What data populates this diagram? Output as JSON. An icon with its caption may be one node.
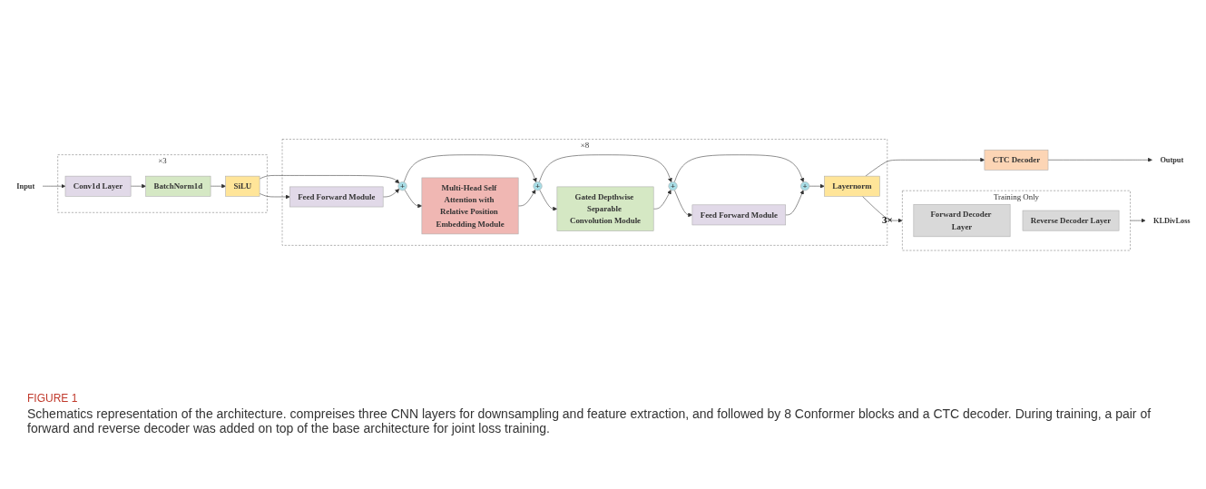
{
  "diagram": {
    "caption": "Schematics representation of the architecture. compreises three CNN layers for downsampling and feature extraction, and followed by 8 Conformer blocks and a CTC decoder. During training, a pair of forward and reverse decoder was added on top of the base architecture for joint loss training.",
    "nodes": [
      {
        "text": [
          "×3"
        ]
      },
      {
        "text": [
          "SiLU"
        ],
        "in": 0
      },
      {
        "text": [
          "BatchNorm1d"
        ],
        "in": 0
      },
      {
        "text": [
          "Conv1d Layer"
        ],
        "in": 0
      },
      {
        "text": [
          "Input"
        ]
      },
      {
        "text": [
          "×8"
        ]
      },
      {
        "text": [
          "Feed Forward Module"
        ],
        "in": 5
      },
      {
        "text": [
          "+"
        ],
        "in": 5
      },
      {
        "text": [
          "Multi-Head Self Attention with Relative Position Embedding Module"
        ],
        "in": 5
      },
      {
        "text": [
          "+"
        ],
        "in": 5
      },
      {
        "text": [
          "Gated Depthwise Separable Convolution Module"
        ],
        "in": 5
      },
      {
        "text": [
          "+"
        ],
        "in": 5
      },
      {
        "text": [
          "Feed Forward Module"
        ],
        "in": 5
      },
      {
        "text": [
          "+"
        ],
        "in": 5
      },
      {
        "text": [
          "Layernorm"
        ],
        "in": 5
      },
      {
        "text": [
          "CTC Decoder"
        ]
      },
      {
        "text": [
          "Output"
        ]
      },
      {
        "text": [
          "Training Only"
        ],
        "beside": [
          "3×"
        ]
      },
      {
        "text": [
          "Forward Decoder Layer"
        ],
        "in": 17
      },
      {
        "text": [
          "Reverse Decoder Layer"
        ],
        "in": 17
      },
      {
        "text": [
          "KLDivLoss"
        ]
      }
    ],
    "edges": [
      {
        "from": 4,
        "to": 3,
        "arrow": "to"
      },
      {
        "from": 3,
        "to": 2,
        "arrow": "to"
      },
      {
        "from": 2,
        "to": 1,
        "arrow": "to"
      },
      {
        "from": 1,
        "to": 6,
        "arrow": "to"
      },
      {
        "from": 1,
        "to": 7,
        "arrow": "to"
      },
      {
        "from": 6,
        "to": 7,
        "arrow": "to"
      },
      {
        "from": 7,
        "to": 8,
        "arrow": "to"
      },
      {
        "from": 7,
        "to": 9,
        "arrow": "to"
      },
      {
        "from": 8,
        "to": 9,
        "arrow": "to"
      },
      {
        "from": 9,
        "to": 10,
        "arrow": "to"
      },
      {
        "from": 9,
        "to": 11,
        "arrow": "to"
      },
      {
        "from": 10,
        "to": 11,
        "arrow": "to"
      },
      {
        "from": 11,
        "to": 12,
        "arrow": "to"
      },
      {
        "from": 11,
        "to": 13,
        "arrow": "to"
      },
      {
        "from": 12,
        "to": 13,
        "arrow": "to"
      },
      {
        "from": 13,
        "to": 14,
        "arrow": "to"
      },
      {
        "from": 14,
        "to": 15,
        "arrow": "to"
      },
      {
        "from": 14,
        "to": 17,
        "arrow": "to"
      },
      {
        "from": 15,
        "to": 16,
        "arrow": "to"
      },
      {
        "from": 17,
        "to": 20,
        "arrow": "to"
      }
    ],
    "labels": [
      "FIGURE 1"
    ]
  }
}
